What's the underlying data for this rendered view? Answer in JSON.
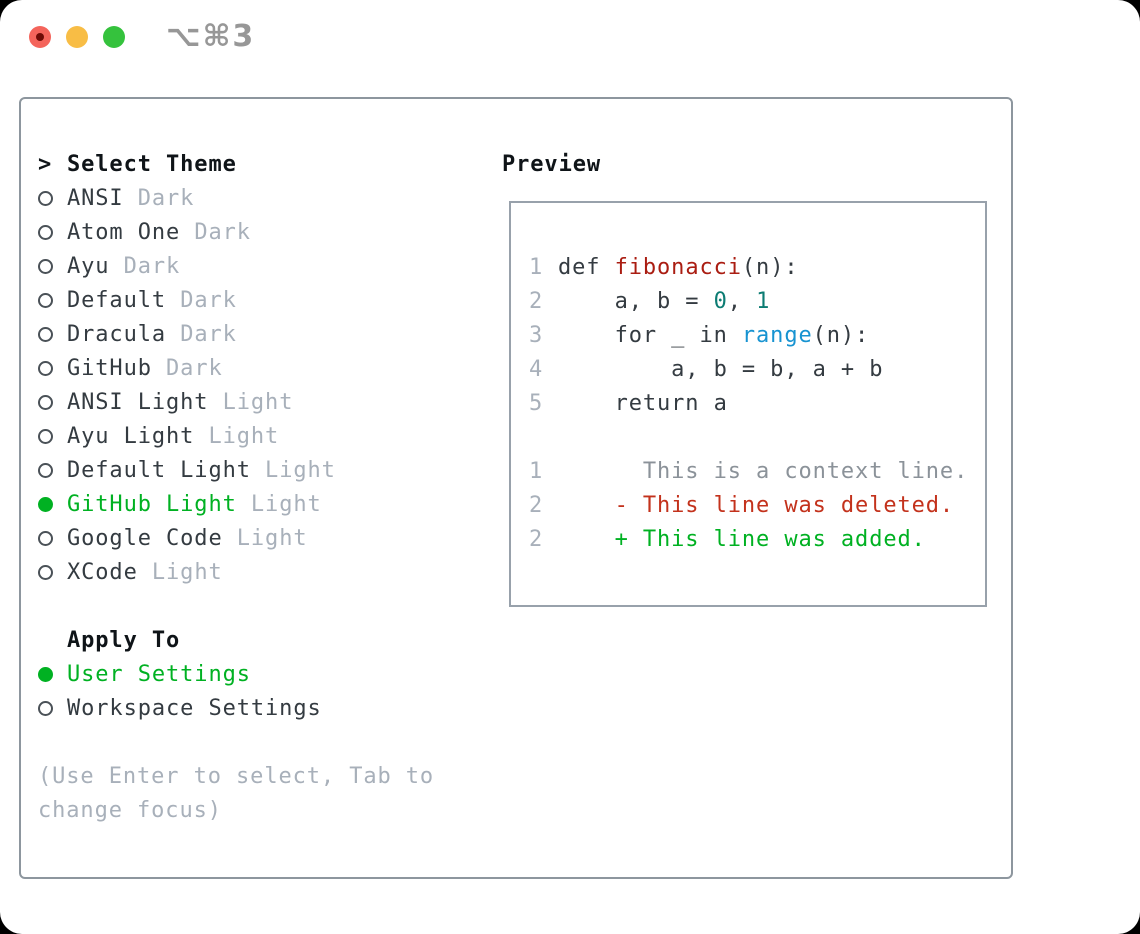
{
  "titlebar": {
    "shortcut": "⌥⌘3"
  },
  "theme_picker": {
    "prompt": ">",
    "title": "Select Theme",
    "items": [
      {
        "name": "ANSI",
        "badge": "Dark",
        "selected": false
      },
      {
        "name": "Atom One",
        "badge": "Dark",
        "selected": false
      },
      {
        "name": "Ayu",
        "badge": "Dark",
        "selected": false
      },
      {
        "name": "Default",
        "badge": "Dark",
        "selected": false
      },
      {
        "name": "Dracula",
        "badge": "Dark",
        "selected": false
      },
      {
        "name": "GitHub",
        "badge": "Dark",
        "selected": false
      },
      {
        "name": "ANSI Light",
        "badge": "Light",
        "selected": false
      },
      {
        "name": "Ayu Light",
        "badge": "Light",
        "selected": false
      },
      {
        "name": "Default Light",
        "badge": "Light",
        "selected": false
      },
      {
        "name": "GitHub Light",
        "badge": "Light",
        "selected": true
      },
      {
        "name": "Google Code",
        "badge": "Light",
        "selected": false
      },
      {
        "name": "XCode",
        "badge": "Light",
        "selected": false
      }
    ],
    "apply_to": {
      "title": "Apply To",
      "options": [
        {
          "name": "User Settings",
          "selected": true
        },
        {
          "name": "Workspace Settings",
          "selected": false
        }
      ]
    },
    "hint_line1": "(Use Enter to select, Tab to",
    "hint_line2": "change focus)"
  },
  "preview": {
    "title": "Preview",
    "code": [
      {
        "num": "1",
        "segments": [
          {
            "t": "def ",
            "c": "plain"
          },
          {
            "t": "fibonacci",
            "c": "func"
          },
          {
            "t": "(n):",
            "c": "plain"
          }
        ]
      },
      {
        "num": "2",
        "segments": [
          {
            "t": "    a, b = ",
            "c": "plain"
          },
          {
            "t": "0",
            "c": "number"
          },
          {
            "t": ", ",
            "c": "plain"
          },
          {
            "t": "1",
            "c": "number"
          }
        ]
      },
      {
        "num": "3",
        "segments": [
          {
            "t": "    for _ in ",
            "c": "plain"
          },
          {
            "t": "range",
            "c": "builtin"
          },
          {
            "t": "(n):",
            "c": "plain"
          }
        ]
      },
      {
        "num": "4",
        "segments": [
          {
            "t": "        a, b = b, a + b",
            "c": "plain"
          }
        ]
      },
      {
        "num": "5",
        "segments": [
          {
            "t": "    return a",
            "c": "plain"
          }
        ]
      },
      {
        "num": "",
        "segments": []
      },
      {
        "num": "1",
        "segments": [
          {
            "t": "      This is a context line.",
            "c": "context"
          }
        ]
      },
      {
        "num": "2",
        "segments": [
          {
            "t": "    - This line was deleted.",
            "c": "deleted"
          }
        ]
      },
      {
        "num": "2",
        "segments": [
          {
            "t": "    + This line was added.",
            "c": "added"
          }
        ]
      }
    ]
  },
  "colors": {
    "accent_green": "#00b122",
    "deleted_red": "#c3321c",
    "function_red": "#aa1d12",
    "number_teal": "#0c7c73",
    "builtin_blue": "#1793d1",
    "muted_gray": "#a8b0ba",
    "panel_border": "#8d969e"
  }
}
